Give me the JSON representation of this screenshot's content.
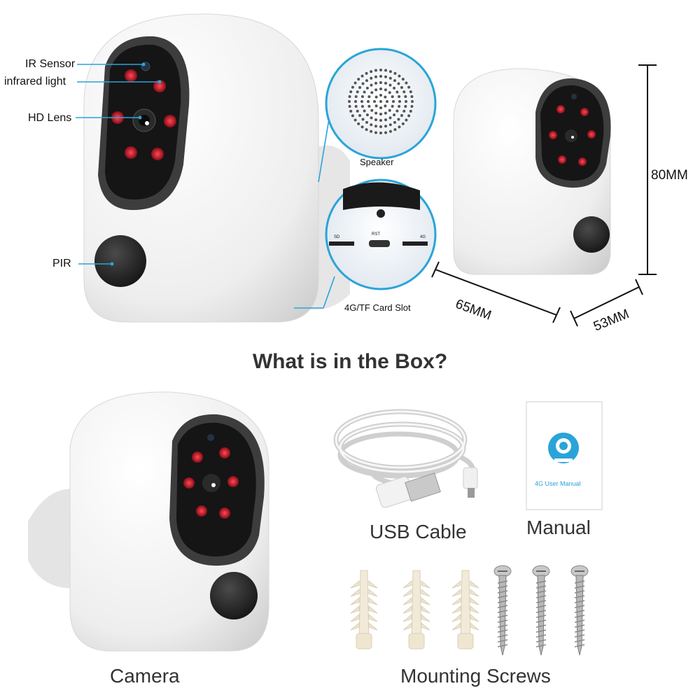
{
  "labels": {
    "ir_sensor": "IR Sensor",
    "infrared_light": "infrared light",
    "hd_lens": "HD Lens",
    "pir": "PIR",
    "speaker": "Speaker",
    "card_slot": "4G/TF Card Slot",
    "slot_sd": "SD",
    "slot_rst": "RST",
    "slot_4g": "4G"
  },
  "dimensions": {
    "height": "80MM",
    "width": "65MM",
    "depth": "53MM"
  },
  "section_title": "What is in the Box?",
  "box_items": {
    "camera": "Camera",
    "usb_cable": "USB Cable",
    "manual": "Manual",
    "manual_cover_text": "4G User Manual",
    "mounting_screws": "Mounting Screws"
  },
  "colors": {
    "accent_blue": "#2aa4d8",
    "ir_led_red": "#d0162a",
    "camera_body": "#f3f3f3",
    "camera_face": "#202020"
  }
}
